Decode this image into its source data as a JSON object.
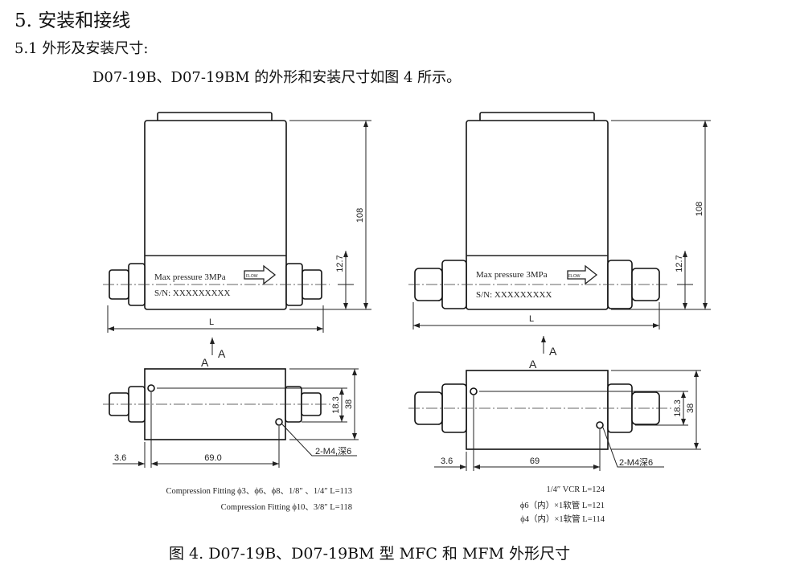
{
  "section_heading": "5.   安装和接线",
  "subsection_heading": "5.1    外形及安装尺寸:",
  "paragraph": "D07-19B、D07-19BM 的外形和安装尺寸如图 4 所示。",
  "left_drawing": {
    "label_pressure": "Max pressure  3MPa",
    "label_sn": "S/N: XXXXXXXXX",
    "flow_tag": "FLOW",
    "dim_height": "108",
    "dim_axis": "12.7",
    "dim_length": "L",
    "view_mark": "A",
    "view_label": "A",
    "dim_hole_spacing_y": "18.3",
    "dim_width": "38",
    "dim_offset": "3.6",
    "dim_hole_spacing_x": "69.0",
    "hole_spec": "2-M4,深6",
    "notes": [
      "Compression Fitting ϕ3、ϕ6、ϕ8、1/8″ 、1/4″    L=113",
      "Compression Fitting ϕ10、3/8″  L=118"
    ]
  },
  "right_drawing": {
    "label_pressure": "Max pressure  3MPa",
    "label_sn": "S/N: XXXXXXXXX",
    "flow_tag": "FLOW",
    "dim_height": "108",
    "dim_axis": "12.7",
    "dim_length": "L",
    "view_mark": "A",
    "view_label": "A",
    "dim_hole_spacing_y": "18.3",
    "dim_width": "38",
    "dim_offset": "3.6",
    "dim_hole_spacing_x": "69",
    "hole_spec": "2-M4深6",
    "notes": [
      "1/4″ VCR        L=124",
      "ϕ6（内）×1软管  L=121",
      "ϕ4（内）×1软管  L=114"
    ]
  },
  "caption": "图 4.    D07-19B、D07-19BM 型 MFC  和  MFM  外形尺寸"
}
